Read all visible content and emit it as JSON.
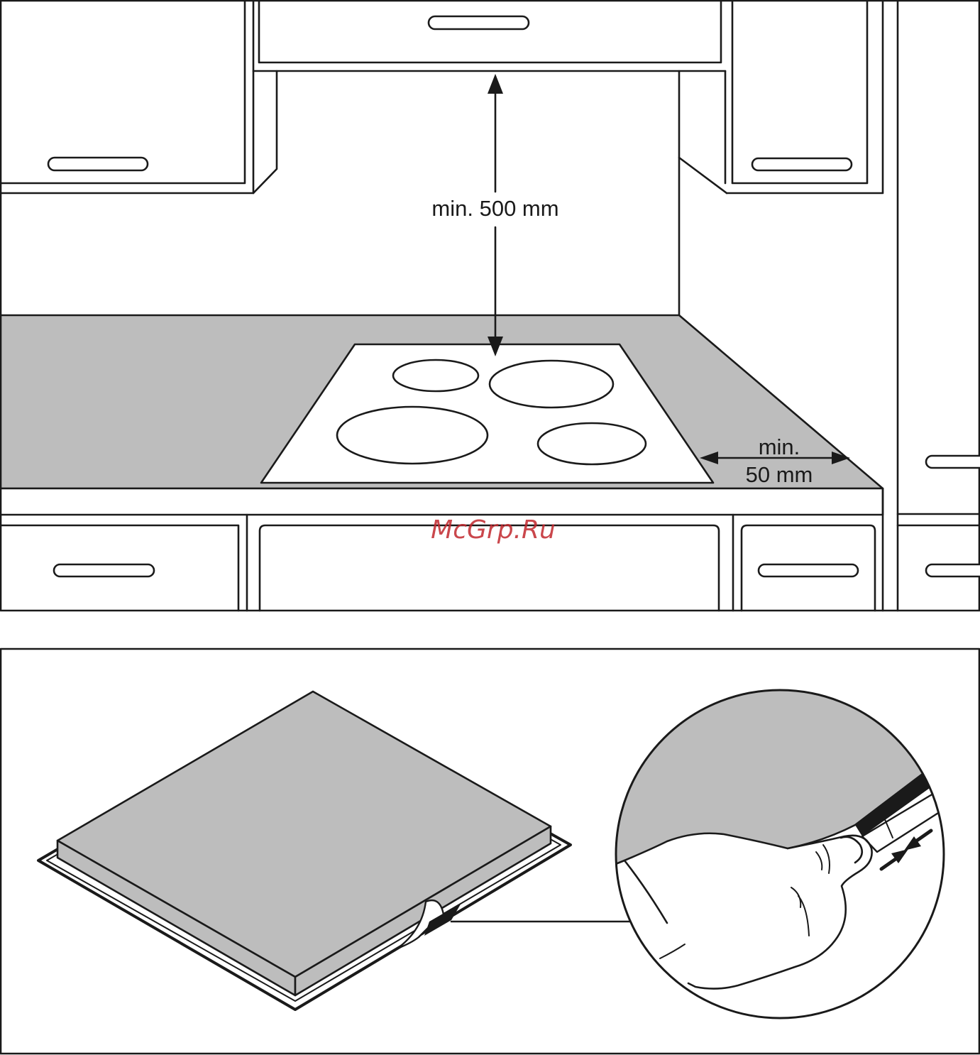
{
  "figure_top": {
    "dimension_vertical": "min. 500 mm",
    "dimension_side_line1": "min.",
    "dimension_side_line2": "50 mm"
  },
  "watermark": "McGrp.Ru",
  "colors": {
    "countertop": "#bdbdbd",
    "hob_glass": "#bdbdbd",
    "line": "#1a1a1a",
    "watermark": "#c1272d"
  }
}
